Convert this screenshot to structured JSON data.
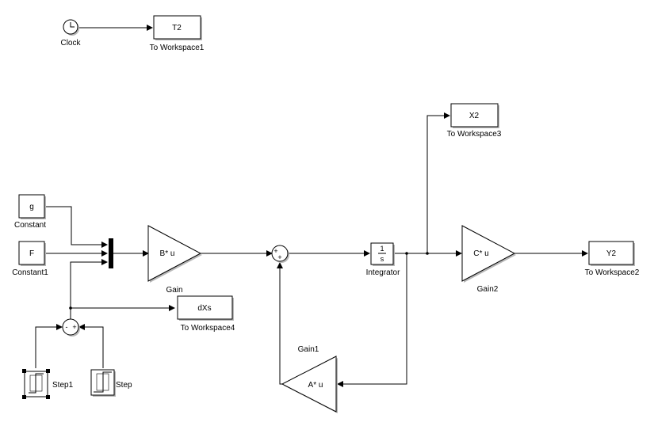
{
  "blocks": {
    "clock": {
      "label": "Clock"
    },
    "to_workspace1": {
      "text": "T2",
      "label": "To Workspace1"
    },
    "to_workspace3": {
      "text": "X2",
      "label": "To Workspace3"
    },
    "constant": {
      "text": "g",
      "label": "Constant"
    },
    "constant1": {
      "text": "F",
      "label": "Constant1"
    },
    "gain": {
      "text": "B* u",
      "label": "Gain"
    },
    "sum": {
      "sign1": "+",
      "sign2": "+"
    },
    "integrator": {
      "num": "1",
      "den": "s",
      "label": "Integrator"
    },
    "gain2": {
      "text": "C* u",
      "label": "Gain2"
    },
    "to_workspace2": {
      "text": "Y2",
      "label": "To Workspace2"
    },
    "to_workspace4": {
      "text": "dXs",
      "label": "To Workspace4"
    },
    "sum2": {
      "sign1": "-",
      "sign2": "+"
    },
    "step1": {
      "label": "Step1"
    },
    "step": {
      "label": "Step"
    },
    "gain1": {
      "text": "A* u",
      "label": "Gain1"
    }
  }
}
